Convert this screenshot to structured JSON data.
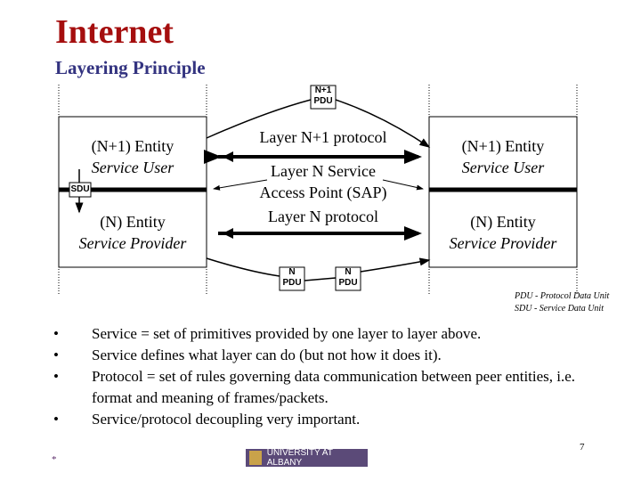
{
  "title": "Internet",
  "subtitle": "Layering Principle",
  "diagram": {
    "top_pdu": [
      "N+1",
      "PDU"
    ],
    "left_upper": [
      "(N+1) Entity",
      "Service User"
    ],
    "left_lower": [
      "(N) Entity",
      "Service Provider"
    ],
    "right_upper": [
      "(N+1) Entity",
      "Service User"
    ],
    "right_lower": [
      "(N) Entity",
      "Service Provider"
    ],
    "sdu": "SDU",
    "n1_protocol": "Layer N+1 protocol",
    "sap": [
      "Layer N Service",
      "Access Point (SAP)"
    ],
    "n_protocol": "Layer N protocol",
    "n_pdu": [
      "N",
      "PDU"
    ],
    "legend": [
      "PDU - Protocol Data Unit",
      "SDU - Service Data Unit"
    ]
  },
  "bullets": [
    "Service = set of primitives provided by one layer to layer above.",
    "Service defines what layer can do (but not how it does it).",
    "Protocol = set of rules governing data communication between peer entities, i.e. format and meaning of frames/packets.",
    "Service/protocol decoupling very important."
  ],
  "bullet_char": "•",
  "page_number": "7",
  "star": "*",
  "logo_text": "UNIVERSITY AT ALBANY"
}
